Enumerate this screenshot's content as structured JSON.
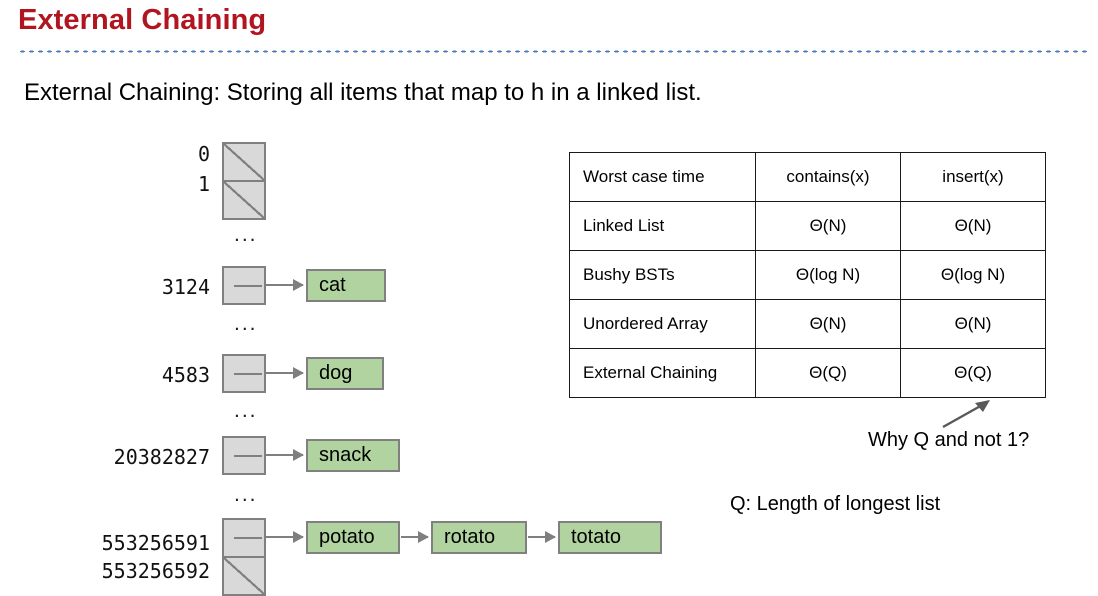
{
  "slide": {
    "title": "External Chaining",
    "subtitle": "External Chaining: Storing all items that map to h in a linked list."
  },
  "diagram": {
    "ellipsis": "...",
    "buckets": [
      {
        "index": "0",
        "empty": true,
        "chain": []
      },
      {
        "index": "1",
        "empty": true,
        "chain": []
      },
      {
        "index": "3124",
        "empty": false,
        "chain": [
          "cat"
        ]
      },
      {
        "index": "4583",
        "empty": false,
        "chain": [
          "dog"
        ]
      },
      {
        "index": "20382827",
        "empty": false,
        "chain": [
          "snack"
        ]
      },
      {
        "index": "553256591",
        "empty": false,
        "chain": [
          "potato",
          "rotato",
          "totato"
        ]
      },
      {
        "index": "553256592",
        "empty": true,
        "chain": []
      }
    ]
  },
  "table": {
    "headers": [
      "Worst case time",
      "contains(x)",
      "insert(x)"
    ],
    "rows": [
      {
        "name": "Linked List",
        "contains": "Θ(N)",
        "insert": "Θ(N)"
      },
      {
        "name": "Bushy BSTs",
        "contains": "Θ(log N)",
        "insert": "Θ(log N)"
      },
      {
        "name": "Unordered Array",
        "contains": "Θ(N)",
        "insert": "Θ(N)"
      },
      {
        "name": "External Chaining",
        "contains": "Θ(Q)",
        "insert": "Θ(Q)"
      }
    ]
  },
  "annotations": {
    "why_q": "Why Q and not 1?",
    "q_definition": "Q: Length of longest list"
  },
  "colors": {
    "title": "#b01520",
    "divider": "#4a7ebb",
    "node_fill": "#b0d3a0",
    "bucket_fill": "#d9d9d9",
    "border_gray": "#808080"
  }
}
